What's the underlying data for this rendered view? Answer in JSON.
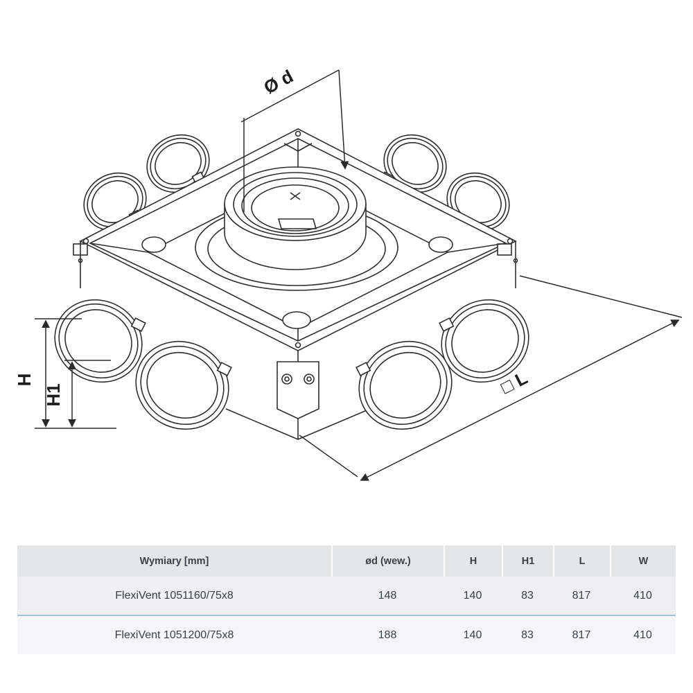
{
  "diagram": {
    "labels": {
      "diameter": "Ø d",
      "height_total": "H",
      "height_port": "H1",
      "side_length": "□ L"
    }
  },
  "table": {
    "headers": [
      "Wymiary [mm]",
      "ød (wew.)",
      "H",
      "H1",
      "L",
      "W"
    ],
    "rows": [
      {
        "name": "FlexiVent 1051160/75x8",
        "values": [
          "148",
          "140",
          "83",
          "817",
          "410"
        ]
      },
      {
        "name": "FlexiVent 1051200/75x8",
        "values": [
          "188",
          "140",
          "83",
          "817",
          "410"
        ]
      }
    ]
  },
  "colors": {
    "line": "#2e2e2e",
    "header_bg": "#e5e6e8",
    "row1_bg": "#efeff1",
    "row2_bg": "#f6f6f8",
    "divider_blue": "#a4c4d6",
    "text": "#3a4048"
  }
}
